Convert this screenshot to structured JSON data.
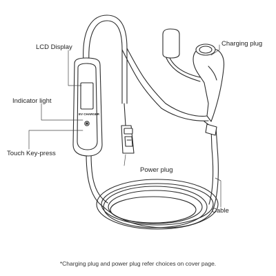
{
  "labels": {
    "lcd_display": "LCD Display",
    "indicator_light": "Indicator light",
    "touch_key_press": "Touch Key-press",
    "charging_plug": "Charging plug",
    "power_plug": "Power plug",
    "cable": "Cable"
  },
  "device": {
    "control_box_text": "EV CHARGER"
  },
  "footnote": "*Charging plug and power plug refer choices on cover page."
}
